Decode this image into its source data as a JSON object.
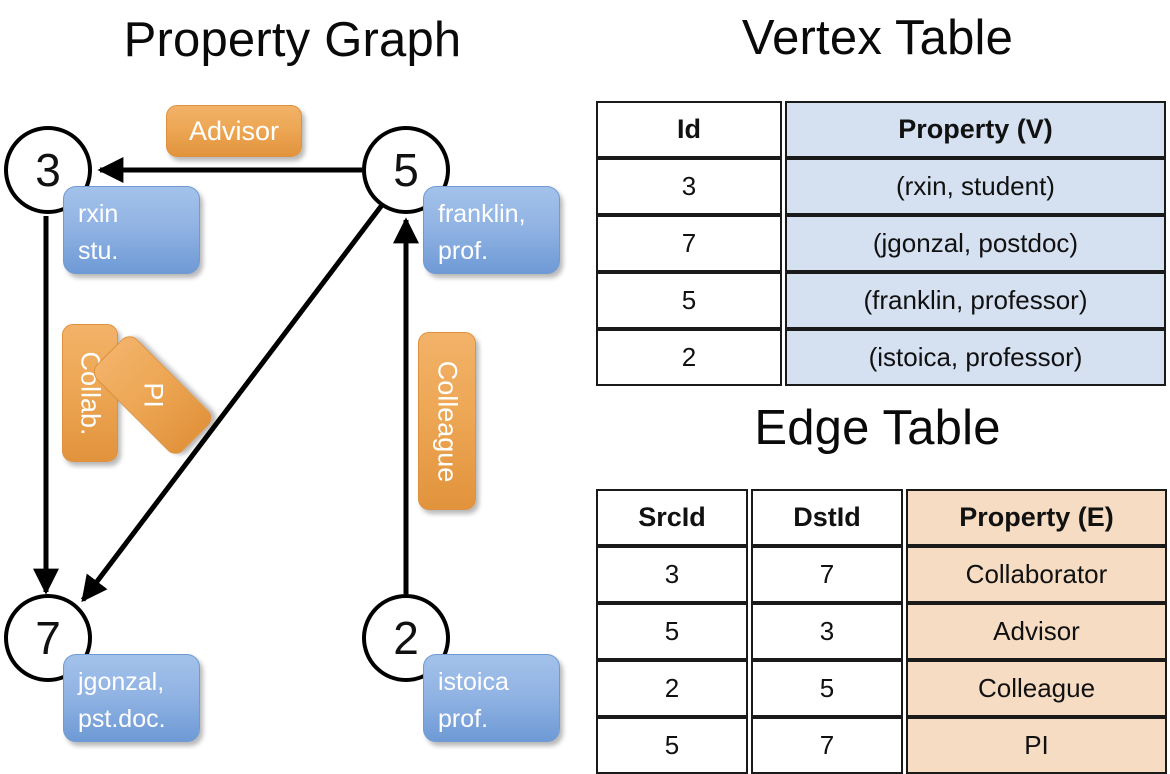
{
  "titles": {
    "property_graph": "Property Graph",
    "vertex_table": "Vertex Table",
    "edge_table": "Edge Table"
  },
  "graph": {
    "nodes": [
      {
        "id": "3",
        "property": "rxin\nstu."
      },
      {
        "id": "5",
        "property": "franklin,\nprof."
      },
      {
        "id": "7",
        "property": "jgonzal,\npst.doc."
      },
      {
        "id": "2",
        "property": "istoica\nprof."
      }
    ],
    "node_labels": {
      "n3_line1": "rxin",
      "n3_line2": "stu.",
      "n5_line1": "franklin,",
      "n5_line2": "prof.",
      "n7_line1": "jgonzal,",
      "n7_line2": "pst.doc.",
      "n2_line1": "istoica",
      "n2_line2": "prof."
    },
    "edge_labels": {
      "advisor": "Advisor",
      "collab": "Collab.",
      "pi": "PI",
      "colleague": "Colleague"
    },
    "edges": [
      {
        "src": "5",
        "dst": "3",
        "label": "Advisor"
      },
      {
        "src": "3",
        "dst": "7",
        "label": "Collab."
      },
      {
        "src": "5",
        "dst": "7",
        "label": "PI"
      },
      {
        "src": "2",
        "dst": "5",
        "label": "Colleague"
      }
    ]
  },
  "vertex_table": {
    "headers": [
      "Id",
      "Property (V)"
    ],
    "rows": [
      [
        "3",
        "(rxin, student)"
      ],
      [
        "7",
        "(jgonzal, postdoc)"
      ],
      [
        "5",
        "(franklin, professor)"
      ],
      [
        "2",
        "(istoica, professor)"
      ]
    ]
  },
  "edge_table": {
    "headers": [
      "SrcId",
      "DstId",
      "Property (E)"
    ],
    "rows": [
      [
        "3",
        "7",
        "Collaborator"
      ],
      [
        "5",
        "3",
        "Advisor"
      ],
      [
        "2",
        "5",
        "Colleague"
      ],
      [
        "5",
        "7",
        "PI"
      ]
    ]
  },
  "colors": {
    "vertex_property_fill": "#D5E0F0",
    "edge_property_fill": "#F5DCC3",
    "node_box_blue": "#6E9AD5",
    "edge_box_orange": "#E2933C",
    "stroke": "#000000",
    "background": "#FFFFFF"
  }
}
